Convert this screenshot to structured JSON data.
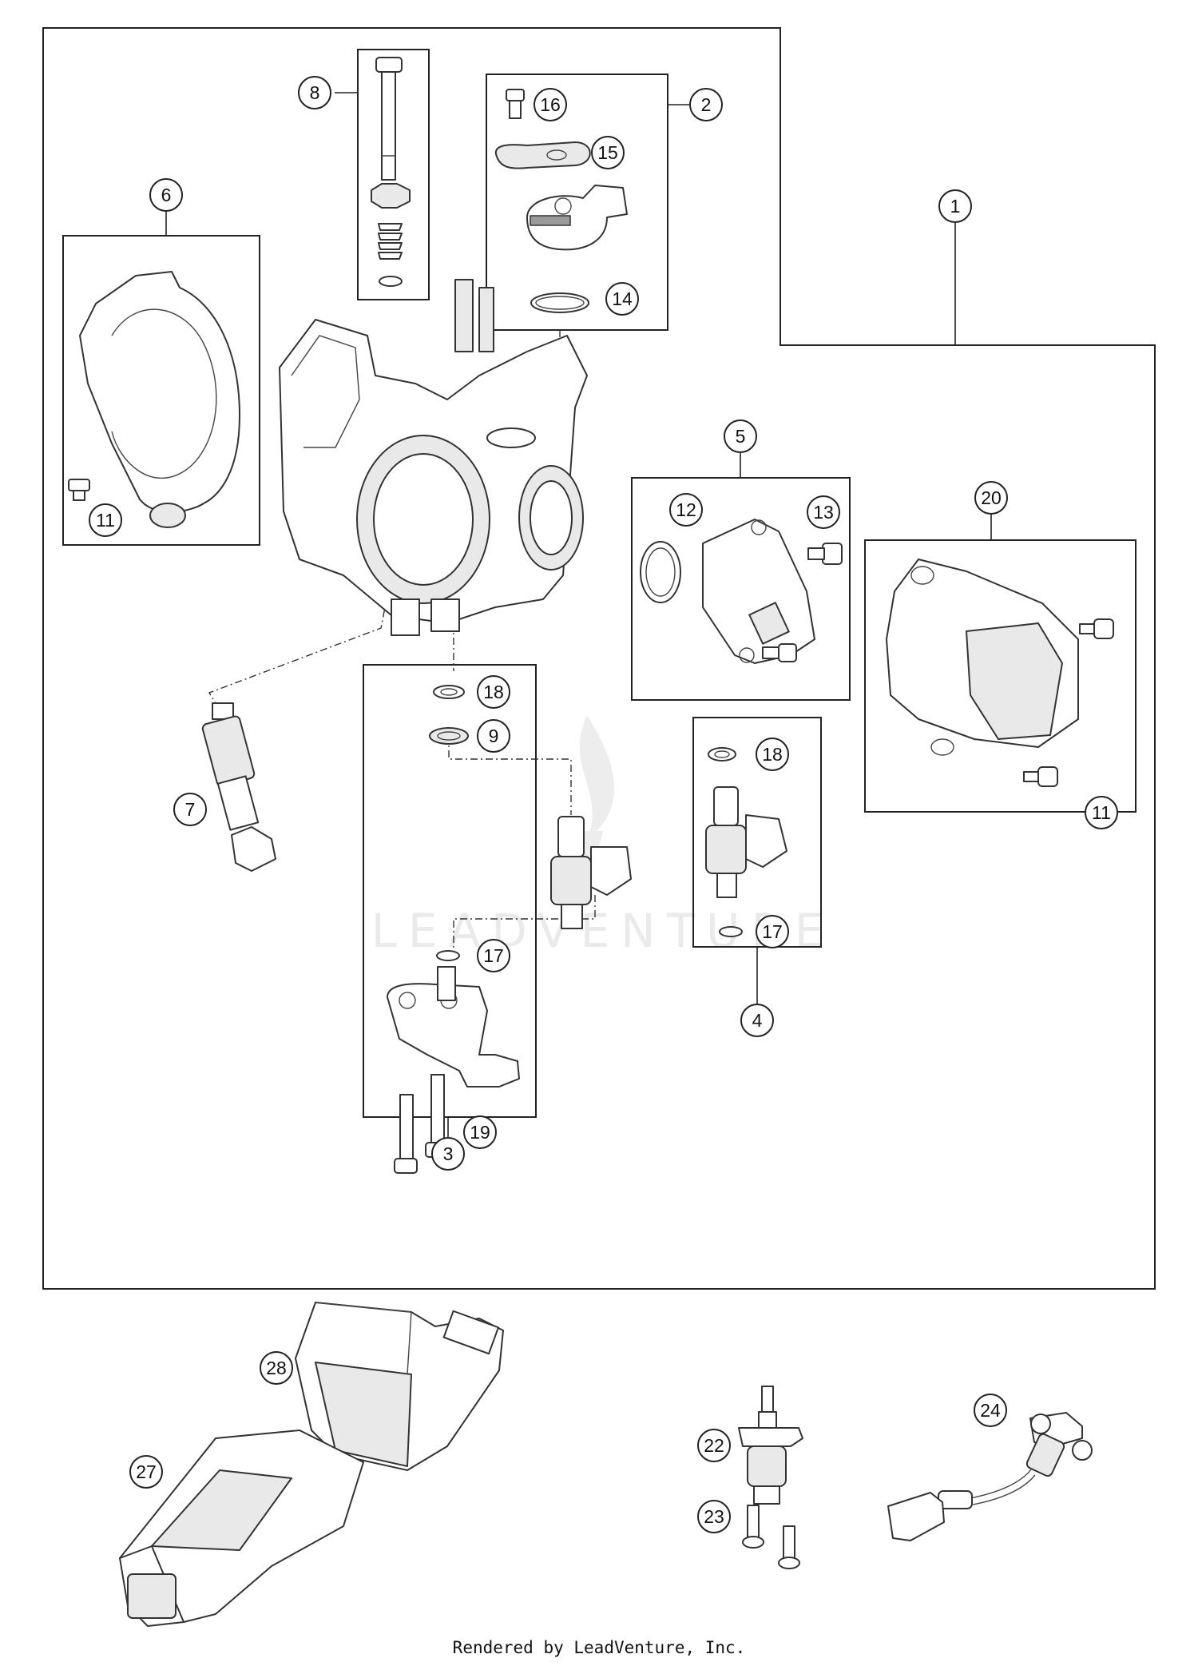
{
  "callouts": {
    "c1": "1",
    "c2": "2",
    "c3": "3",
    "c4": "4",
    "c5": "5",
    "c6": "6",
    "c7": "7",
    "c8": "8",
    "c9": "9",
    "c11a": "11",
    "c11b": "11",
    "c12": "12",
    "c13": "13",
    "c14": "14",
    "c15": "15",
    "c16": "16",
    "c17a": "17",
    "c17b": "17",
    "c18a": "18",
    "c18b": "18",
    "c19": "19",
    "c20": "20",
    "c22": "22",
    "c23": "23",
    "c24": "24",
    "c27": "27",
    "c28": "28"
  },
  "watermark": "LEADVENTURE",
  "footer": "Rendered by LeadVenture, Inc."
}
